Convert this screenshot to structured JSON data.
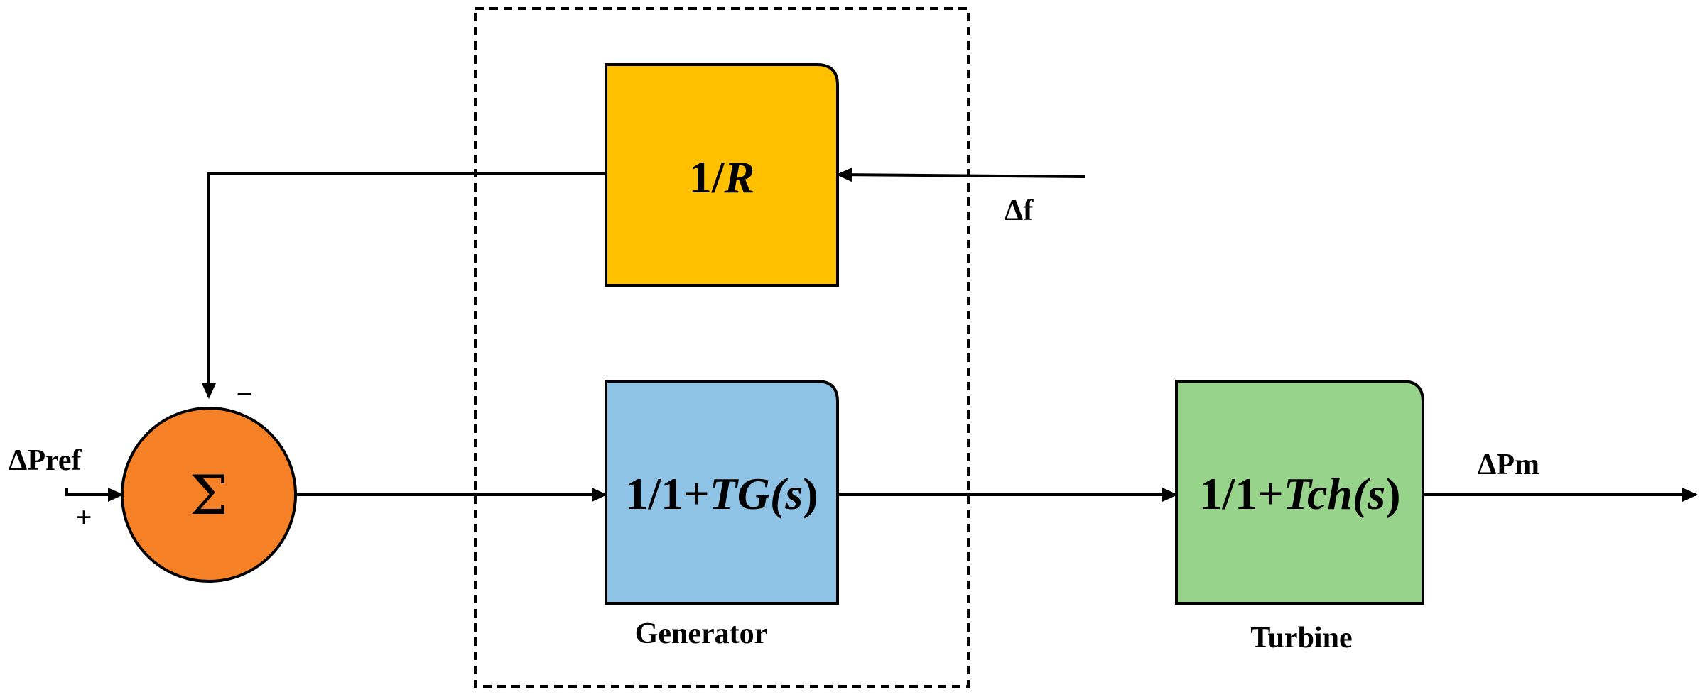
{
  "colors": {
    "gain_block": "#FFC000",
    "generator_block": "#8FC3E6",
    "turbine_block": "#97D38A",
    "summer": "#F58025",
    "line": "#000000"
  },
  "blocks": {
    "gain": {
      "prefix": "1/",
      "var": "R"
    },
    "generator": {
      "prefix": "1/1+",
      "var": "TG(",
      "arg": "s",
      "suffix": ")"
    },
    "turbine": {
      "prefix": "1/1+",
      "var": "Tch(",
      "arg": "s",
      "suffix": ")"
    }
  },
  "summer": {
    "symbol": "Σ",
    "sign_feedback": "−",
    "sign_reference": "+"
  },
  "signals": {
    "reference": "ΔPref",
    "frequency": "Δf",
    "mechanical_power": "ΔPm"
  },
  "captions": {
    "generator": "Generator",
    "turbine": "Turbine"
  }
}
